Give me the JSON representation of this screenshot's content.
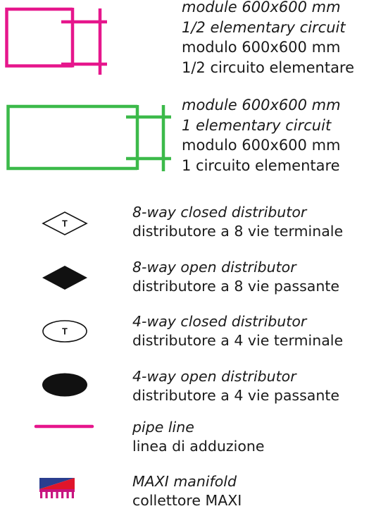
{
  "colors": {
    "module_half": "#e6168c",
    "module_full": "#3cba4a",
    "distributor": "#111111",
    "pipe_line": "#e6168c",
    "manifold_blue": "#2a3e8f",
    "manifold_red": "#e0152a",
    "manifold_teeth": "#c8147e"
  },
  "modules": [
    {
      "en_title": "module 600x600 mm",
      "en_subtitle": "1/2 elementary circuit",
      "it_title": "modulo 600x600 mm",
      "it_subtitle": "1/2 circuito elementare"
    },
    {
      "en_title": "module 600x600 mm",
      "en_subtitle": "1 elementary circuit",
      "it_title": "modulo 600x600 mm",
      "it_subtitle": "1 circuito elementare"
    }
  ],
  "legend": [
    {
      "icon": "closed-diamond-distributor-icon",
      "symbol_letter": "T",
      "en": "8-way closed distributor",
      "it": "distributore a 8 vie terminale"
    },
    {
      "icon": "open-diamond-distributor-icon",
      "en": "8-way open distributor",
      "it": "distributore a 8 vie passante"
    },
    {
      "icon": "closed-ellipse-distributor-icon",
      "symbol_letter": "T",
      "en": "4-way closed distributor",
      "it": "distributore a 4 vie terminale"
    },
    {
      "icon": "open-ellipse-distributor-icon",
      "en": "4-way open distributor",
      "it": "distributore a 4 vie passante"
    },
    {
      "icon": "pipe-line-icon",
      "en": "pipe line",
      "it": "linea di adduzione"
    },
    {
      "icon": "maxi-manifold-icon",
      "en": "MAXI manifold",
      "it": "collettore MAXI"
    }
  ]
}
